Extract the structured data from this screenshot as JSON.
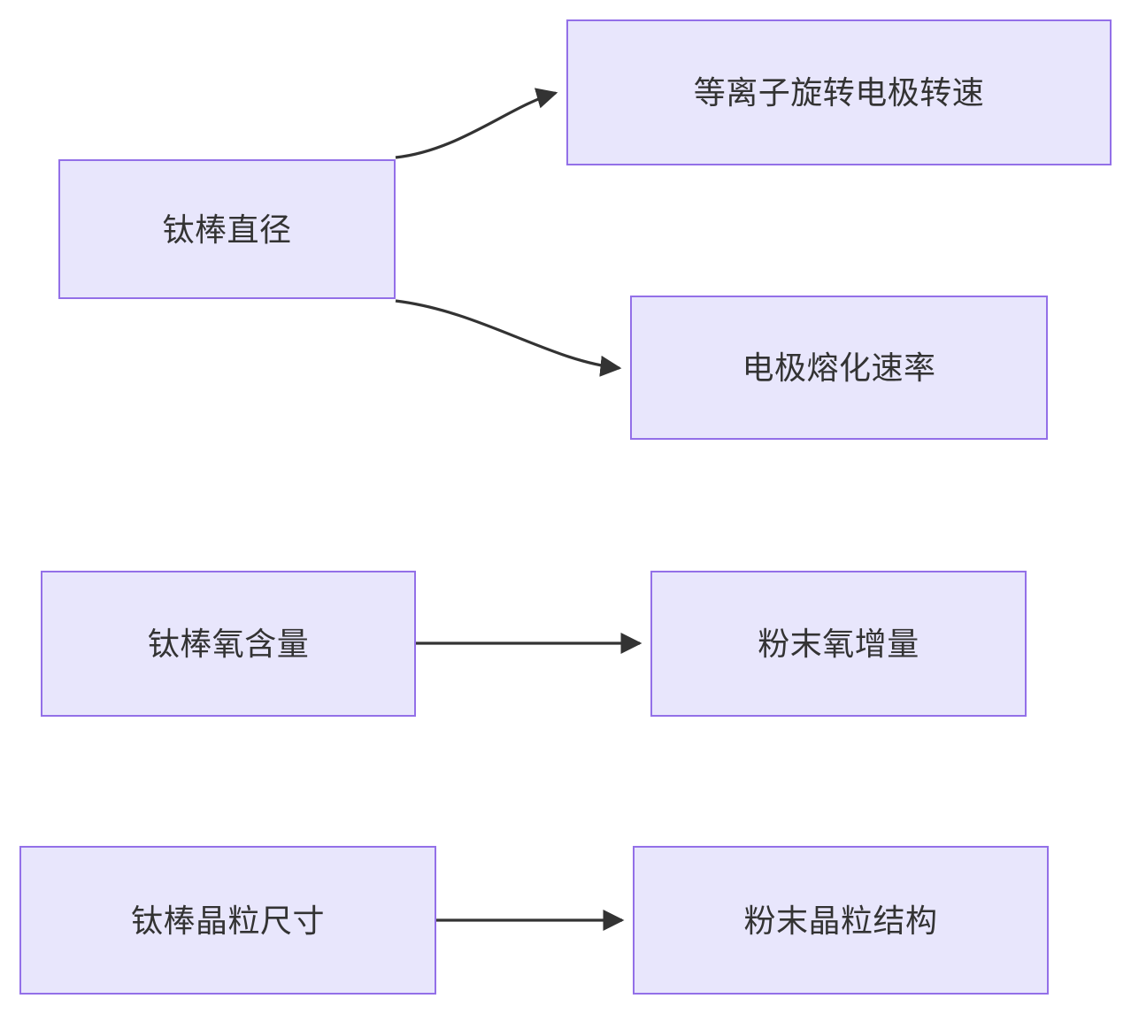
{
  "diagram": {
    "type": "flowchart",
    "direction": "left-to-right",
    "background_color": "#ffffff",
    "node_fill_color": "#e8e6fc",
    "node_border_color": "#9370e8",
    "node_text_color": "#333333",
    "edge_color": "#333333",
    "nodes": [
      {
        "id": "rod-diameter",
        "label": "钛棒直径"
      },
      {
        "id": "plasma-speed",
        "label": "等离子旋转电极转速"
      },
      {
        "id": "melt-rate",
        "label": "电极熔化速率"
      },
      {
        "id": "rod-oxygen",
        "label": "钛棒氧含量"
      },
      {
        "id": "powder-oxygen",
        "label": "粉末氧增量"
      },
      {
        "id": "rod-grain",
        "label": "钛棒晶粒尺寸"
      },
      {
        "id": "powder-grain",
        "label": "粉末晶粒结构"
      }
    ],
    "edges": [
      {
        "id": "e1",
        "from": "rod-diameter",
        "to": "plasma-speed",
        "style": "curved",
        "arrowhead": "solid-triangle",
        "label": ""
      },
      {
        "id": "e2",
        "from": "rod-diameter",
        "to": "melt-rate",
        "style": "curved",
        "arrowhead": "solid-triangle",
        "label": ""
      },
      {
        "id": "e3",
        "from": "rod-oxygen",
        "to": "powder-oxygen",
        "style": "straight",
        "arrowhead": "solid-triangle",
        "label": ""
      },
      {
        "id": "e4",
        "from": "rod-grain",
        "to": "powder-grain",
        "style": "straight",
        "arrowhead": "solid-triangle",
        "label": ""
      }
    ]
  }
}
